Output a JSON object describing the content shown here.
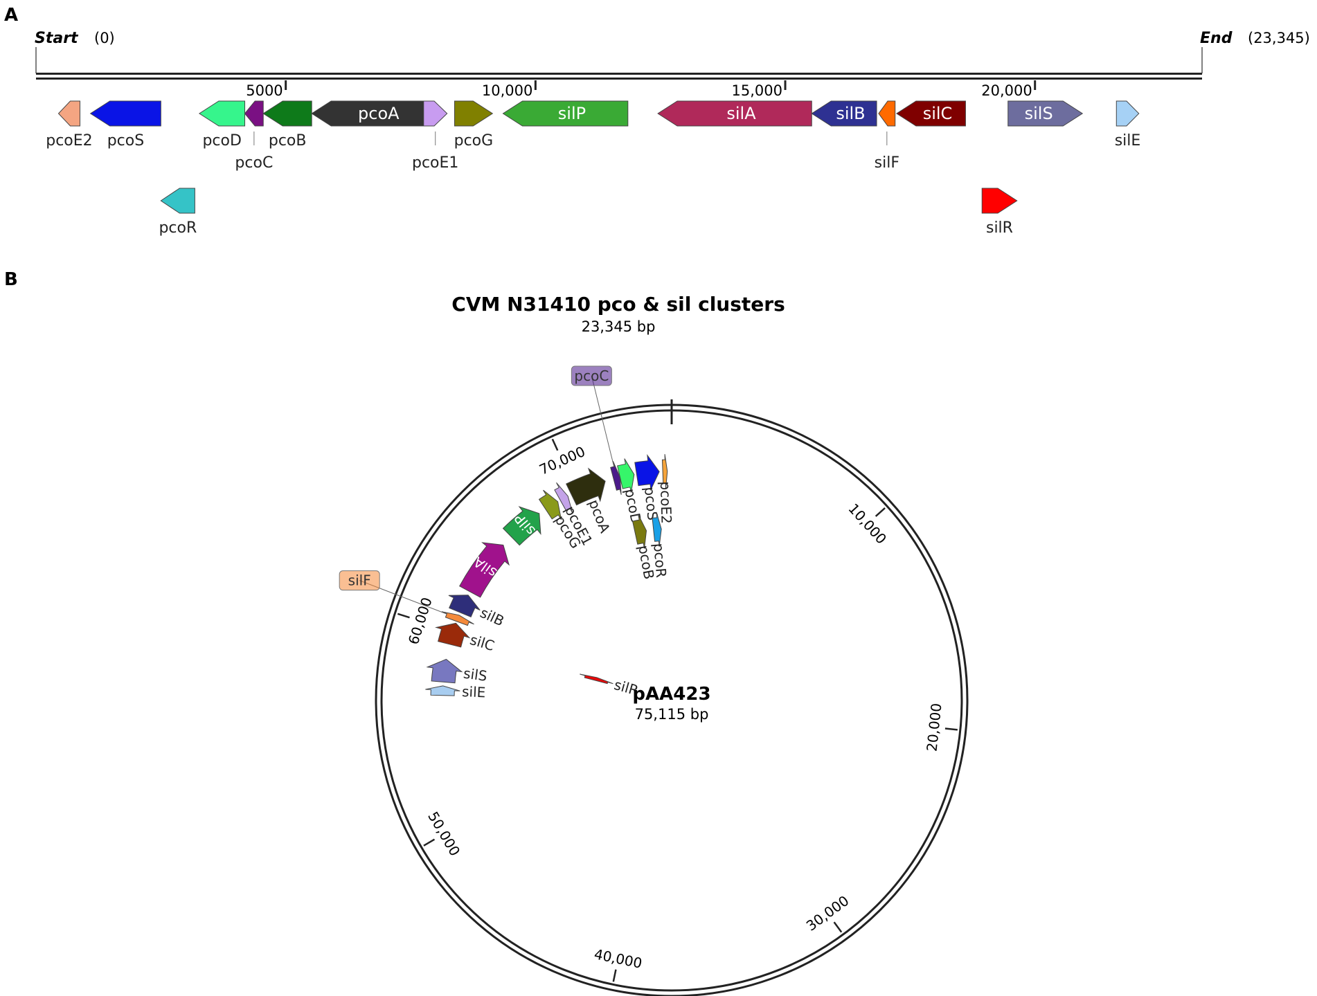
{
  "panels": {
    "a_letter": "A",
    "b_letter": "B"
  },
  "linear_map": {
    "start_label": "Start",
    "start_value": "(0)",
    "end_label": "End",
    "end_value": "(23,345)",
    "length_bp": 23345,
    "ticks": [
      {
        "pos": 5000,
        "label": "5000"
      },
      {
        "pos": 10000,
        "label": "10,000"
      },
      {
        "pos": 15000,
        "label": "15,000"
      },
      {
        "pos": 20000,
        "label": "20,000"
      }
    ],
    "genes": [
      {
        "name": "pcoE2",
        "start": 450,
        "end": 880,
        "strand": -1,
        "row": 0,
        "color": "#f4a582",
        "label_pos": "below"
      },
      {
        "name": "pcoS",
        "start": 1090,
        "end": 2500,
        "strand": -1,
        "row": 0,
        "color": "#0a14e6",
        "label_pos": "below"
      },
      {
        "name": "pcoD",
        "start": 3270,
        "end": 4180,
        "strand": -1,
        "row": 0,
        "color": "#36f58c",
        "label_pos": "below"
      },
      {
        "name": "pcoC",
        "start": 4180,
        "end": 4550,
        "strand": -1,
        "row": 0,
        "color": "#7a1083",
        "label_pos": "below2"
      },
      {
        "name": "pcoB",
        "start": 4550,
        "end": 5520,
        "strand": -1,
        "row": 0,
        "color": "#0e7a1a",
        "label_pos": "below"
      },
      {
        "name": "pcoA",
        "start": 5520,
        "end": 7940,
        "strand": -1,
        "row": 0,
        "color": "#333333",
        "label_pos": "inside"
      },
      {
        "name": "pcoE1",
        "start": 7760,
        "end": 8230,
        "strand": 1,
        "row": 0,
        "color": "#c89cf0",
        "label_pos": "below2"
      },
      {
        "name": "pcoG",
        "start": 8380,
        "end": 9140,
        "strand": 1,
        "row": 0,
        "color": "#808000",
        "label_pos": "below"
      },
      {
        "name": "silP",
        "start": 9350,
        "end": 11850,
        "strand": -1,
        "row": 0,
        "color": "#3aaa35",
        "label_pos": "inside"
      },
      {
        "name": "silA",
        "start": 12450,
        "end": 15530,
        "strand": -1,
        "row": 0,
        "color": "#b0295a",
        "label_pos": "inside"
      },
      {
        "name": "silB",
        "start": 15530,
        "end": 16830,
        "strand": -1,
        "row": 0,
        "color": "#2e3192",
        "label_pos": "inside"
      },
      {
        "name": "silF",
        "start": 16870,
        "end": 17200,
        "strand": -1,
        "row": 0,
        "color": "#ff6a00",
        "label_pos": "below2"
      },
      {
        "name": "silC",
        "start": 17230,
        "end": 18610,
        "strand": -1,
        "row": 0,
        "color": "#7f0000",
        "label_pos": "inside"
      },
      {
        "name": "silS",
        "start": 19460,
        "end": 20950,
        "strand": 1,
        "row": 0,
        "color": "#6d6d9e",
        "label_pos": "inside"
      },
      {
        "name": "silE",
        "start": 21630,
        "end": 22080,
        "strand": 1,
        "row": 0,
        "color": "#a6d1f5",
        "label_pos": "below"
      },
      {
        "name": "pcoR",
        "start": 2500,
        "end": 3180,
        "strand": -1,
        "row": 1,
        "color": "#35c3c7",
        "label_pos": "below"
      },
      {
        "name": "silR",
        "start": 18940,
        "end": 19640,
        "strand": 1,
        "row": 1,
        "color": "#ff0000",
        "label_pos": "below"
      }
    ]
  },
  "circular_map": {
    "title": "CVM N31410 pco & sil clusters",
    "subtitle": "23,345 bp",
    "plasmid_name": "pAA423",
    "plasmid_size": "75,115 bp",
    "length_bp": 75115,
    "ticks": [
      {
        "pos": 10000,
        "label": "10,000"
      },
      {
        "pos": 20000,
        "label": "20,000"
      },
      {
        "pos": 30000,
        "label": "30,000"
      },
      {
        "pos": 40000,
        "label": "40,000"
      },
      {
        "pos": 50000,
        "label": "50,000"
      },
      {
        "pos": 60000,
        "label": "60,000"
      },
      {
        "pos": 70000,
        "label": "70,000"
      }
    ],
    "genes": [
      {
        "name": "pcoE2",
        "start": 74650,
        "end": 74890,
        "track": 0,
        "color": "#f5a43b",
        "label_pos": "in"
      },
      {
        "name": "pcoS",
        "start": 73280,
        "end": 74470,
        "track": 0,
        "color": "#0a14e6",
        "label_pos": "in"
      },
      {
        "name": "pcoD",
        "start": 72400,
        "end": 73150,
        "track": 0,
        "color": "#36f56a",
        "label_pos": "in"
      },
      {
        "name": "pcoC",
        "start": 72050,
        "end": 72400,
        "track": 0,
        "color": "#4b1a8a",
        "label_pos": "callout"
      },
      {
        "name": "pcoA",
        "start": 69700,
        "end": 71600,
        "track": 0,
        "color": "#2e2e0e",
        "label_pos": "in"
      },
      {
        "name": "pcoE1",
        "start": 69050,
        "end": 69500,
        "track": 0,
        "color": "#c4a3e8",
        "label_pos": "in"
      },
      {
        "name": "pcoG",
        "start": 68150,
        "end": 68900,
        "track": 0,
        "color": "#8a9a1a",
        "label_pos": "in"
      },
      {
        "name": "silP",
        "start": 65850,
        "end": 67750,
        "track": 0,
        "color": "#22a24a",
        "label_pos": "inside"
      },
      {
        "name": "silA",
        "start": 62250,
        "end": 65250,
        "track": 0,
        "color": "#a0128c",
        "label_pos": "inside"
      },
      {
        "name": "silB",
        "start": 61050,
        "end": 62050,
        "track": 0,
        "color": "#2e2e7a",
        "label_pos": "in"
      },
      {
        "name": "silF",
        "start": 60550,
        "end": 60900,
        "track": 0,
        "color": "#f58a3b",
        "label_pos": "callout"
      },
      {
        "name": "silC",
        "start": 59300,
        "end": 60450,
        "track": 0,
        "color": "#9a2a0a",
        "label_pos": "in"
      },
      {
        "name": "silS",
        "start": 57300,
        "end": 58500,
        "track": 0,
        "color": "#7878c0",
        "label_pos": "in"
      },
      {
        "name": "silE",
        "start": 56600,
        "end": 57100,
        "track": 0,
        "color": "#a8cdf0",
        "label_pos": "in"
      },
      {
        "name": "pcoB",
        "start": 72550,
        "end": 73350,
        "track": 1,
        "color": "#7a7a10",
        "label_pos": "in"
      },
      {
        "name": "pcoR",
        "start": 73850,
        "end": 74400,
        "track": 1,
        "color": "#1aa0e6",
        "label_pos": "in"
      },
      {
        "name": "silR",
        "start": 59400,
        "end": 59900,
        "track": 2,
        "color": "#e60a0a",
        "label_pos": "in"
      }
    ]
  }
}
